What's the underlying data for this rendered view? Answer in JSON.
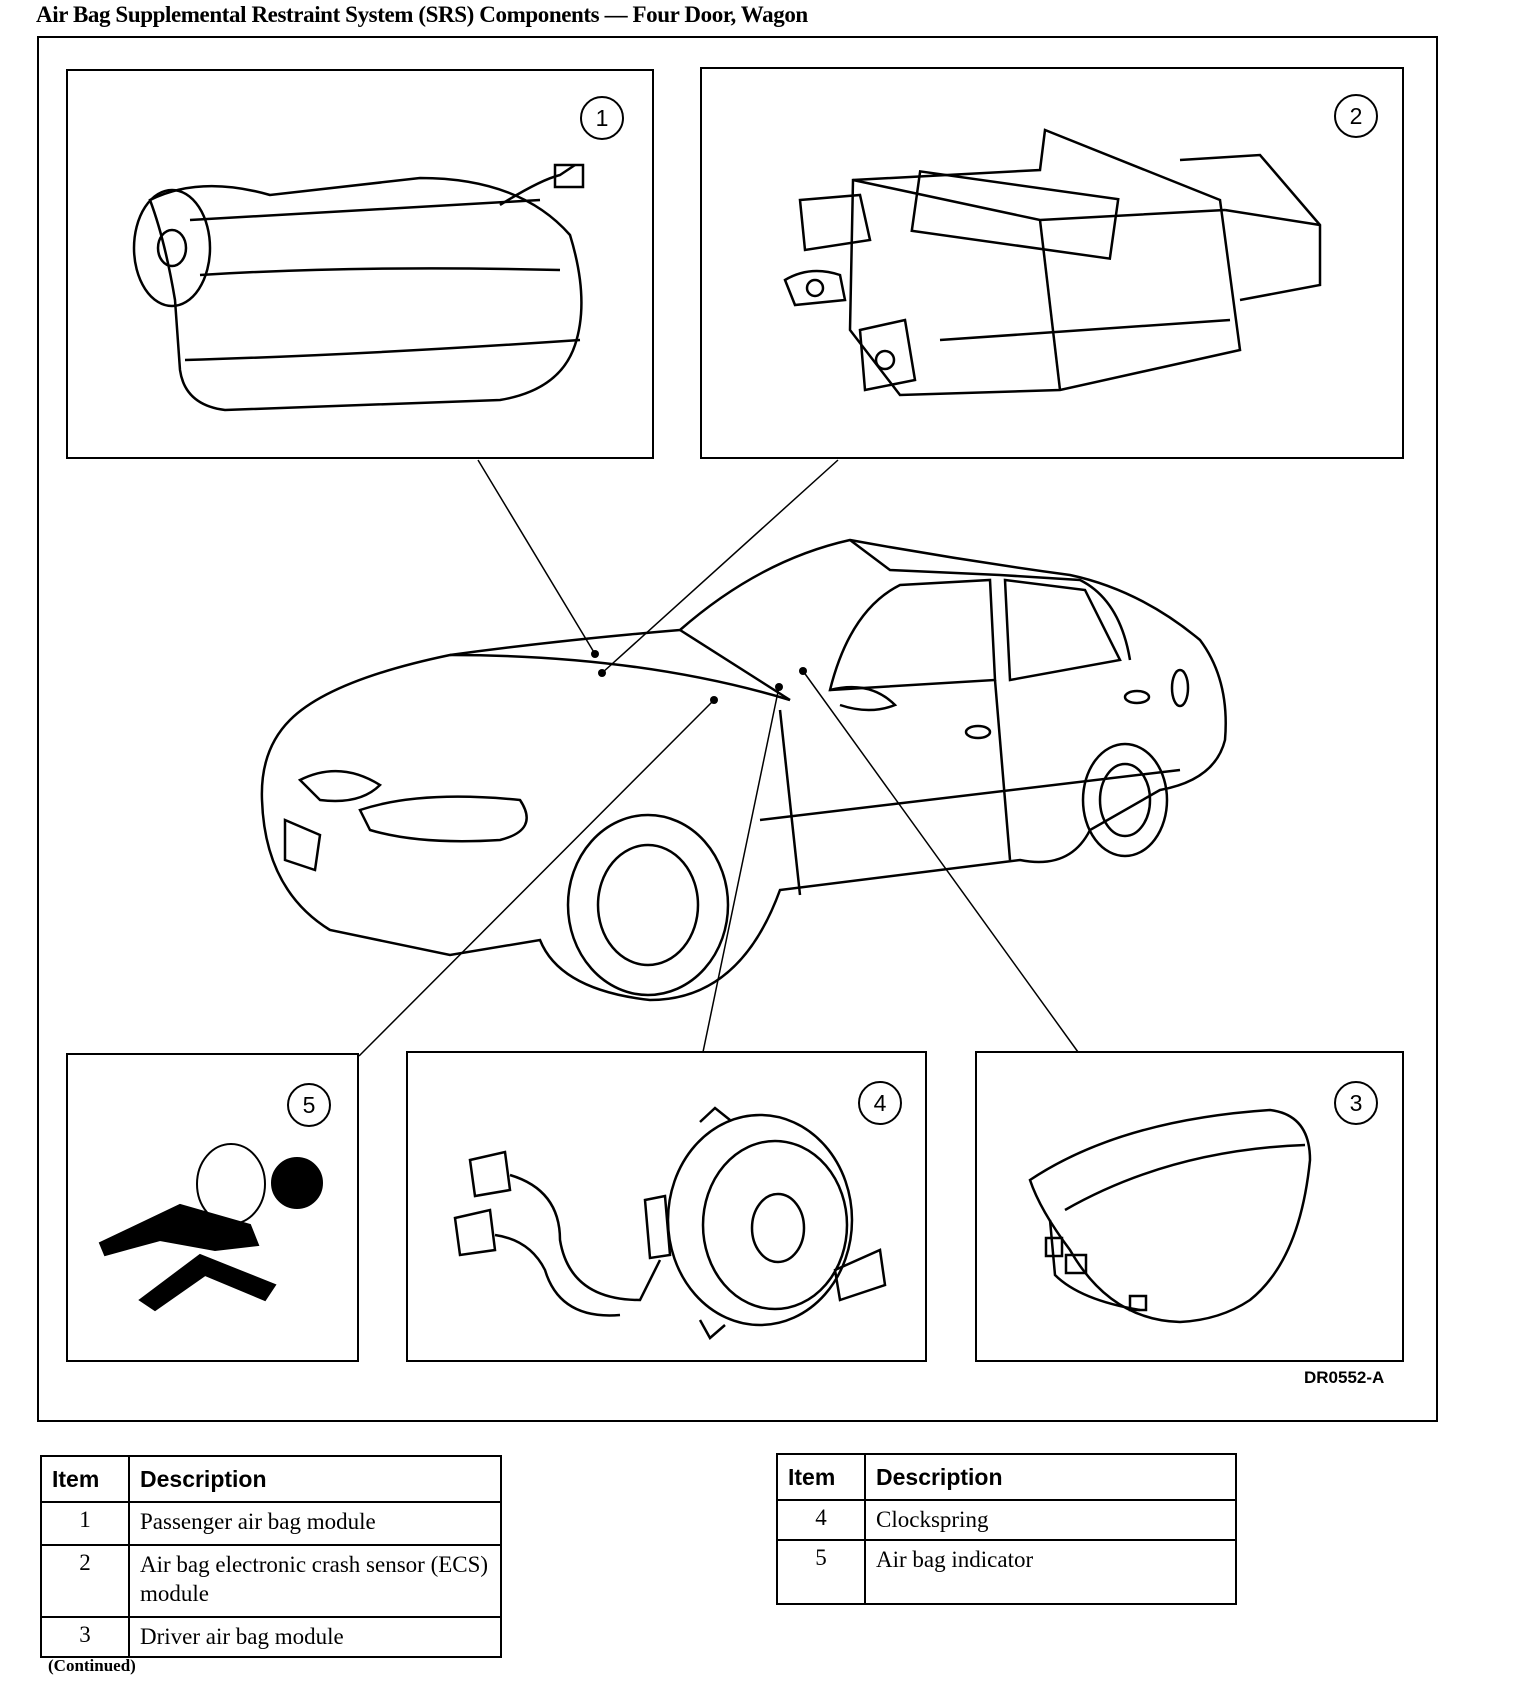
{
  "title": "Air Bag Supplemental Restraint System (SRS) Components — Four Door, Wagon",
  "figure_id": "DR0552-A",
  "callouts": [
    "1",
    "2",
    "3",
    "4",
    "5"
  ],
  "legend_headers": {
    "item": "Item",
    "description": "Description"
  },
  "legend_left": [
    {
      "item": "1",
      "description": "Passenger air bag module"
    },
    {
      "item": "2",
      "description": "Air bag electronic crash sensor (ECS) module"
    },
    {
      "item": "3",
      "description": "Driver air bag module"
    }
  ],
  "legend_right": [
    {
      "item": "4",
      "description": "Clockspring"
    },
    {
      "item": "5",
      "description": "Air bag indicator"
    }
  ],
  "continued": "(Continued)"
}
